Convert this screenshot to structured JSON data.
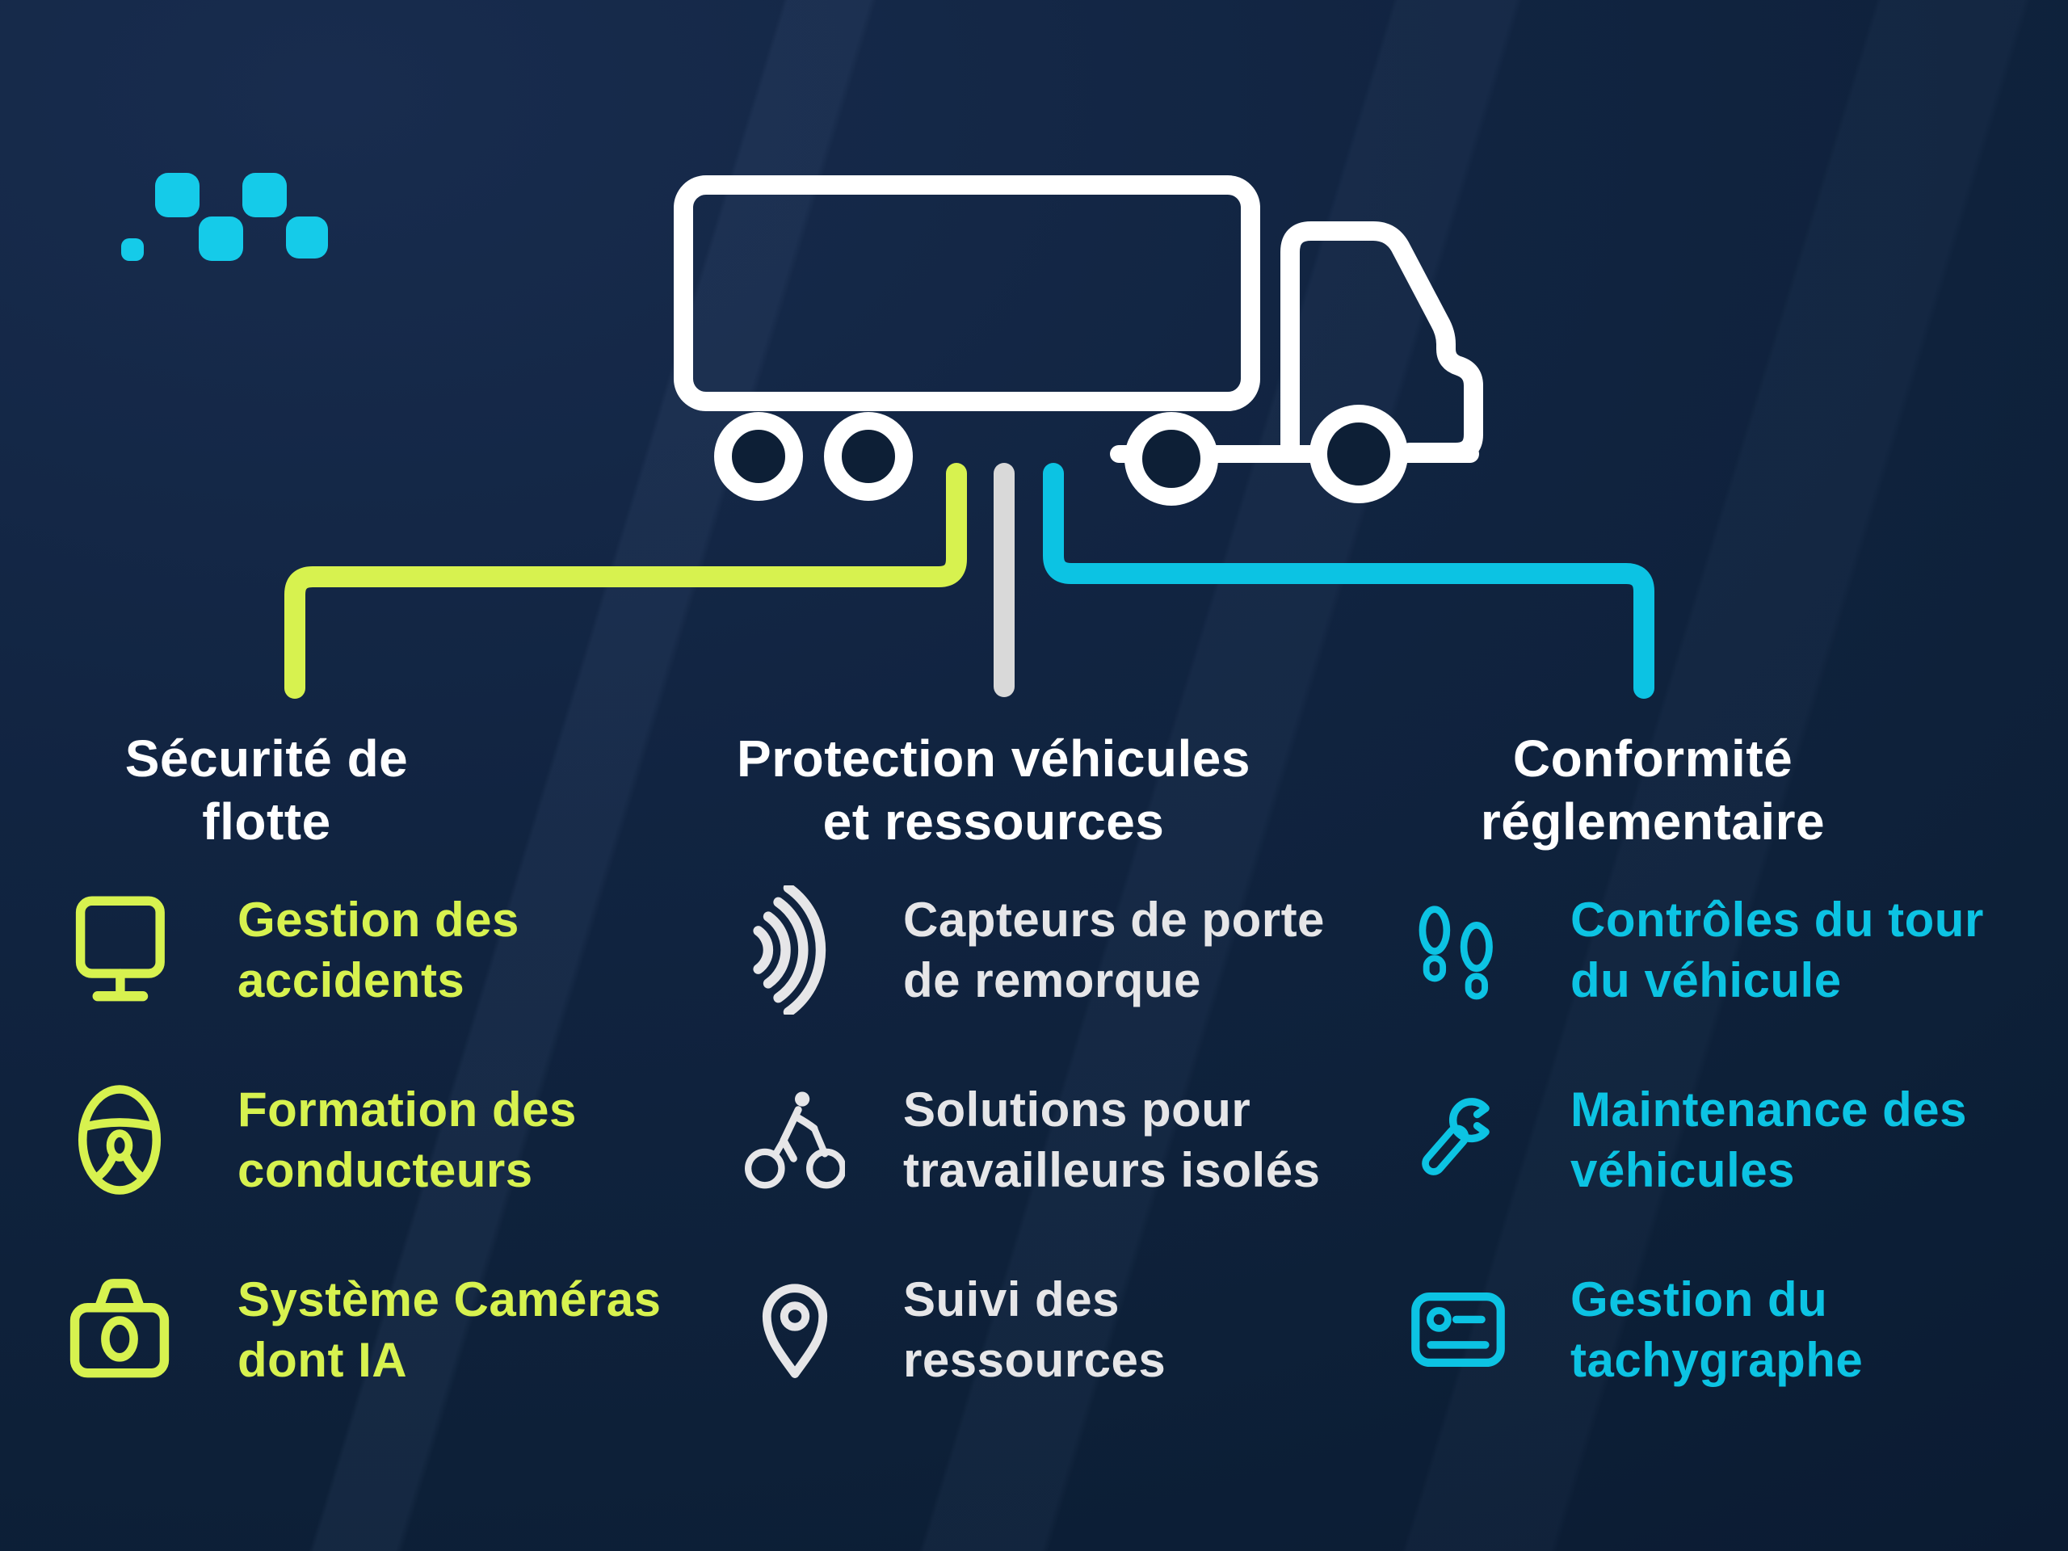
{
  "colors": {
    "background": "#0d1f36",
    "yellow": "#d7f24f",
    "cyan": "#0cc3e3",
    "logo_cyan": "#15cbe9",
    "gray": "#d9d9d9",
    "white": "#ffffff",
    "text_light": "#e6e6e8"
  },
  "logo": {
    "name": "pixel-squares-logo"
  },
  "truck": {
    "name": "truck-outline-illustration"
  },
  "columns": [
    {
      "id": "fleet-safety",
      "branch_color": "#d7f24f",
      "heading_lines": [
        "Sécurité de",
        "flotte"
      ],
      "items": [
        {
          "icon": "monitor-icon",
          "lines": [
            "Gestion des",
            "accidents"
          ]
        },
        {
          "icon": "steering-wheel-icon",
          "lines": [
            "Formation des",
            "conducteurs"
          ]
        },
        {
          "icon": "camera-icon",
          "lines": [
            "Système Caméras",
            "dont IA"
          ]
        }
      ]
    },
    {
      "id": "vehicle-resource-protection",
      "branch_color": "#d9d9d9",
      "heading_lines": [
        "Protection véhicules",
        "et ressources"
      ],
      "items": [
        {
          "icon": "signal-waves-icon",
          "lines": [
            "Capteurs de porte",
            "de remorque"
          ]
        },
        {
          "icon": "cyclist-icon",
          "lines": [
            "Solutions pour",
            "travailleurs isolés"
          ]
        },
        {
          "icon": "location-pin-icon",
          "lines": [
            "Suivi des",
            "ressources"
          ]
        }
      ]
    },
    {
      "id": "regulatory-compliance",
      "branch_color": "#0cc3e3",
      "heading_lines": [
        "Conformité",
        "réglementaire"
      ],
      "items": [
        {
          "icon": "footprints-icon",
          "lines": [
            "Contrôles du tour",
            "du véhicule"
          ]
        },
        {
          "icon": "wrench-icon",
          "lines": [
            "Maintenance des",
            "véhicules"
          ]
        },
        {
          "icon": "tachograph-card-icon",
          "lines": [
            "Gestion du",
            "tachygraphe"
          ]
        }
      ]
    }
  ]
}
